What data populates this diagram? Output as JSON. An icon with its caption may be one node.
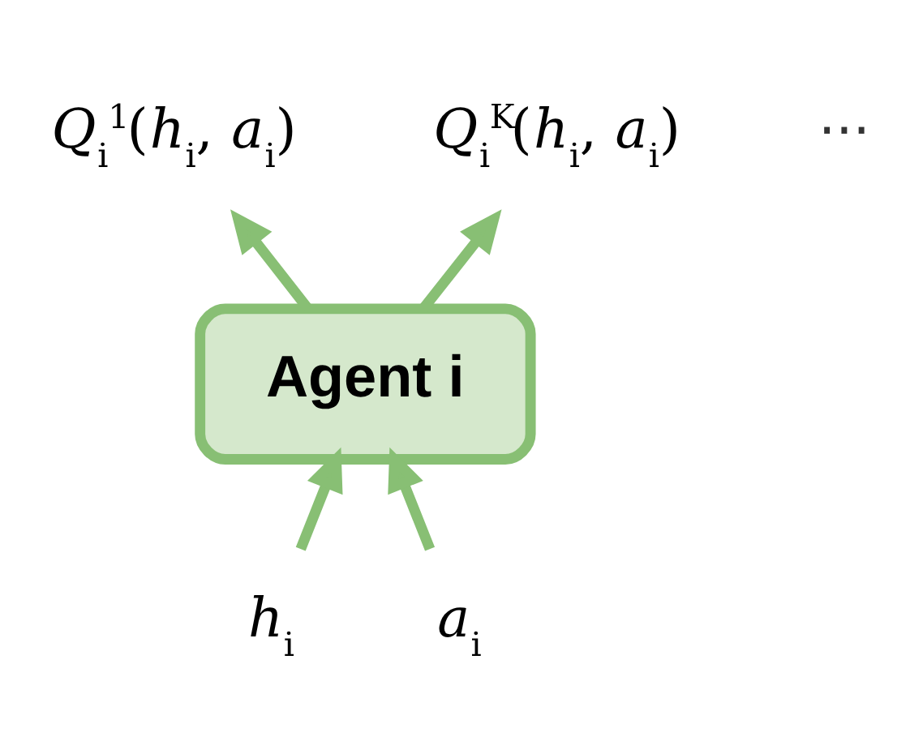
{
  "diagram": {
    "nodes": [
      {
        "text": [
          "*Q*$_{i}$$^{1}$(*h*$_{i}$, *a*$_{i}$)"
        ]
      },
      {
        "text": [
          "*Q*$_{i}$$^{K}$(*h*$_{i}$, *a*$_{i}$)"
        ]
      },
      {
        "text": [
          "Agent i"
        ]
      },
      {
        "text": [
          "*h*$_{i}$"
        ]
      },
      {
        "text": [
          "*a*$_{i}$"
        ]
      }
    ],
    "edges": [
      {
        "from": 2,
        "to": 0,
        "arrow": "to"
      },
      {
        "from": 2,
        "to": 1,
        "arrow": "to"
      },
      {
        "from": 3,
        "to": 2,
        "arrow": "to"
      },
      {
        "from": 4,
        "to": 2,
        "arrow": "to"
      }
    ],
    "labels": [
      "···"
    ]
  }
}
